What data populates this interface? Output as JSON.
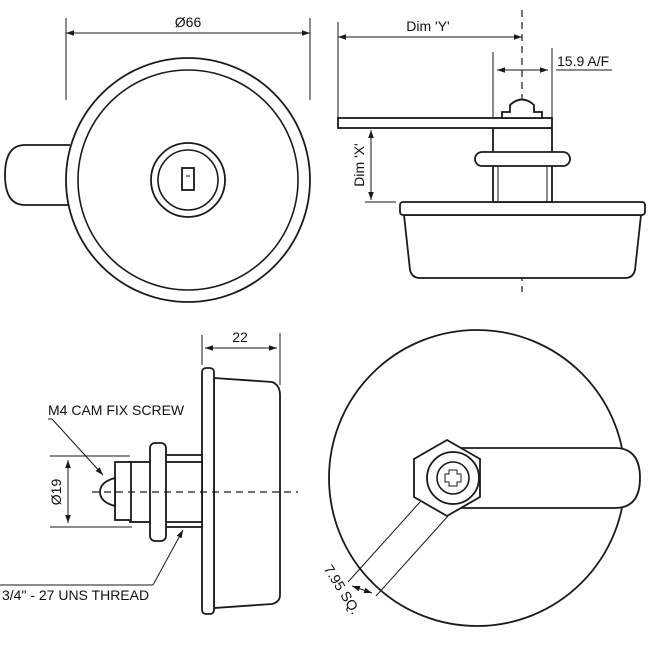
{
  "drawing": {
    "front_view": {
      "diameter_label": "Ø66"
    },
    "side_view": {
      "dim_y_label": "Dim 'Y'",
      "dim_x_label": "Dim 'X'",
      "across_flats_label": "15.9 A/F"
    },
    "section_view": {
      "depth_label": "22",
      "screw_label": "M4 CAM FIX SCREW",
      "diameter_label": "Ø19",
      "thread_label": "3/4\" - 27 UNS THREAD"
    },
    "rear_view": {
      "square_label": "7.95 SQ."
    }
  }
}
